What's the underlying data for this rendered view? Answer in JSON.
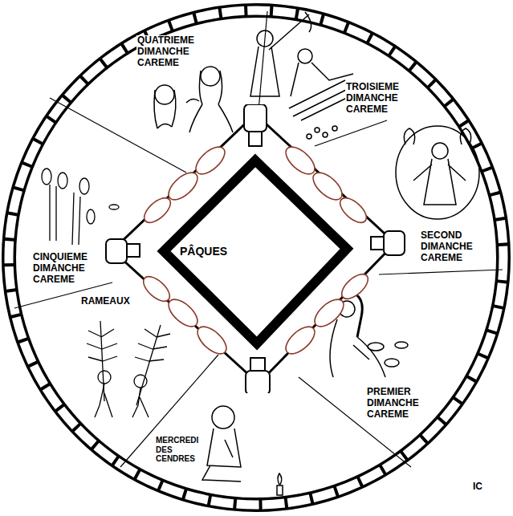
{
  "diagram": {
    "nodes": [
      {
        "text": [
          "PÂQUES"
        ]
      }
    ],
    "labels": [
      "QUATRIEME DIMANCHE CAREME",
      "TROISIEME DIMANCHE CAREME",
      "SECOND DIMANCHE CAREME",
      "CINQUIEME DIMANCHE CAREME",
      "RAMEAUX",
      "PREMIER DIMANCHE CAREME",
      "MERCREDI DES CENDRES",
      "IC"
    ]
  }
}
